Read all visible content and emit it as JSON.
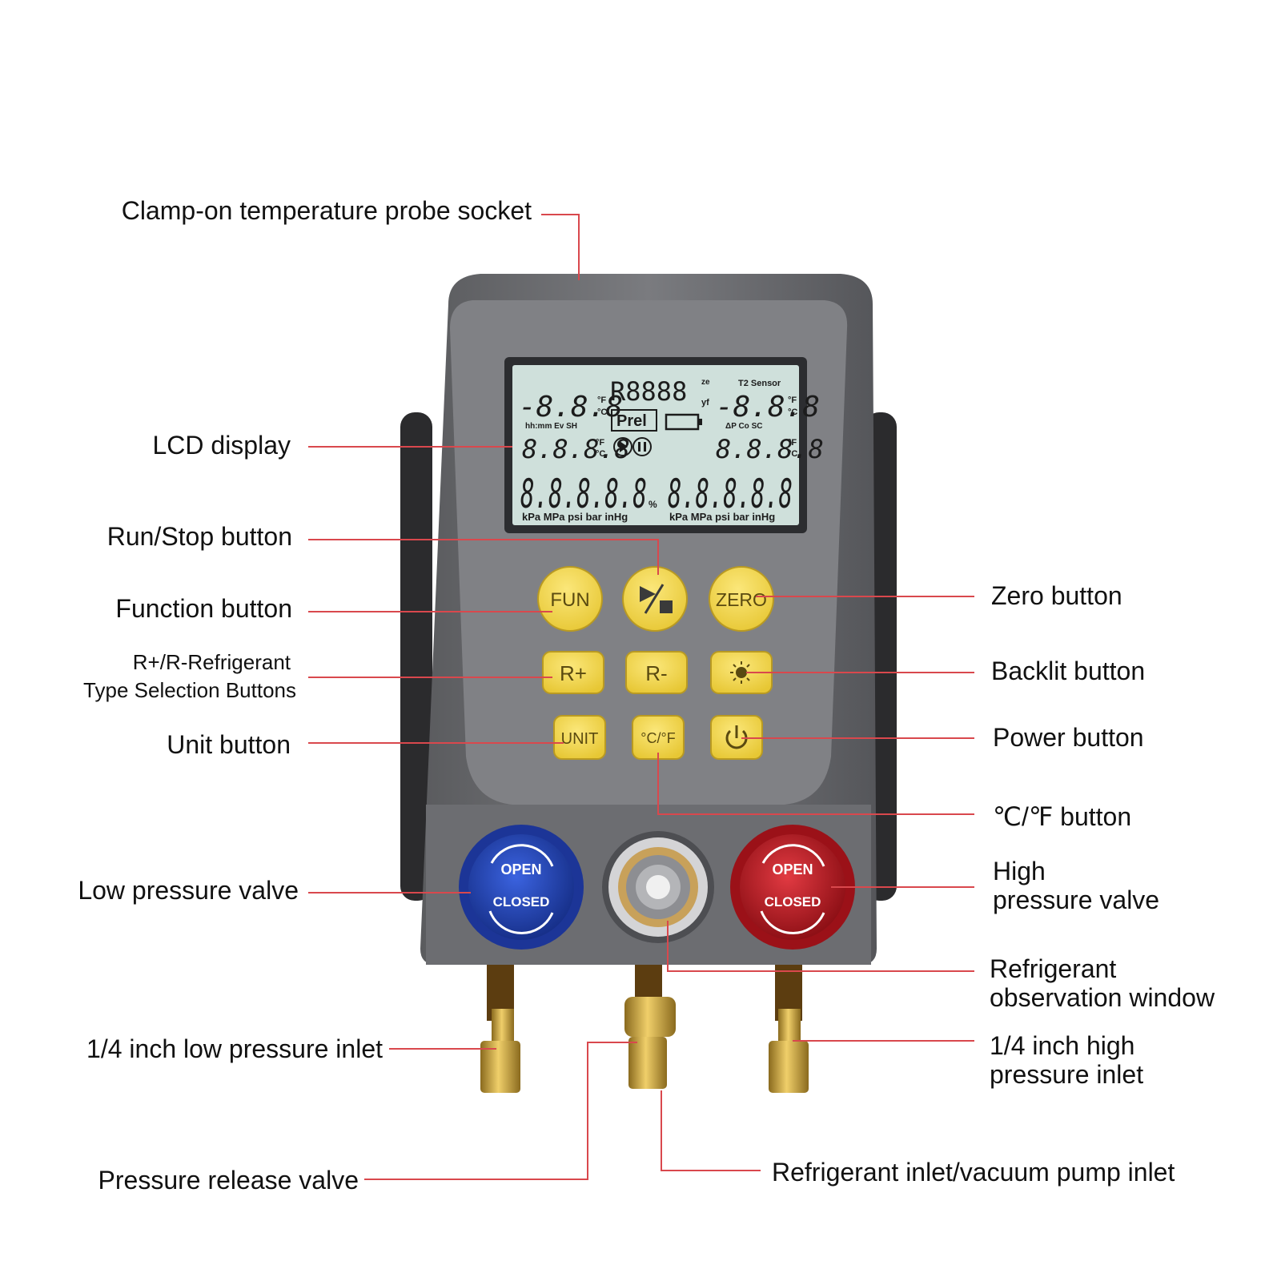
{
  "labels": {
    "clamp_socket": "Clamp-on temperature probe socket",
    "lcd_display": "LCD display",
    "run_stop": "Run/Stop button",
    "function": "Function button",
    "refrigerant_sel_1": "R+/R-Refrigerant",
    "refrigerant_sel_2": "Type Selection Buttons",
    "unit": "Unit button",
    "low_valve": "Low pressure valve",
    "low_inlet": "1/4 inch low pressure inlet",
    "release_valve": "Pressure release valve",
    "zero": "Zero button",
    "backlit": "Backlit button",
    "power": "Power button",
    "cf_button": "℃/℉ button",
    "high_valve_1": "High",
    "high_valve_2": "pressure valve",
    "obs_window_1": "Refrigerant",
    "obs_window_2": "observation window",
    "high_inlet_1": "1/4 inch high",
    "high_inlet_2": "pressure inlet",
    "vacuum_inlet": "Refrigerant inlet/vacuum pump inlet"
  },
  "lcd": {
    "t1": "-8.8.8",
    "r_code": "R8888",
    "ze": "ze",
    "yf": "yf",
    "prel": "Prel",
    "t2_sensor": "T2 Sensor",
    "t2": "-8.8.8",
    "small_left_caption": "hh:mm Ev SH",
    "mid_left": "8.8.8.8",
    "small_right_caption": "ΔP  Co  SC",
    "mid_right": "8.8.8.8",
    "big_left": "8.8.8.8.8",
    "percent": "%",
    "big_right": "8.8.8.8.8",
    "units_left": "kPa MPa psi bar inHg",
    "units_right": "kPa MPa psi bar inHg",
    "deg_f": "°F",
    "deg_c": "°C"
  },
  "buttons": {
    "fun": "FUN",
    "zero": "ZERO",
    "r_plus": "R+",
    "r_minus": "R-",
    "unit": "UNIT",
    "cf": "°C/°F"
  },
  "knobs": {
    "open": "OPEN",
    "closed": "CLOSED"
  },
  "colors": {
    "leader": "#d9484d",
    "body": "#6e6f72",
    "face": "#7b7c80",
    "lcd": "#cfe0db",
    "button": "#f3d84a",
    "knob_low": "#2747b8",
    "knob_high": "#c8232b",
    "brass": "#c79b3a"
  }
}
